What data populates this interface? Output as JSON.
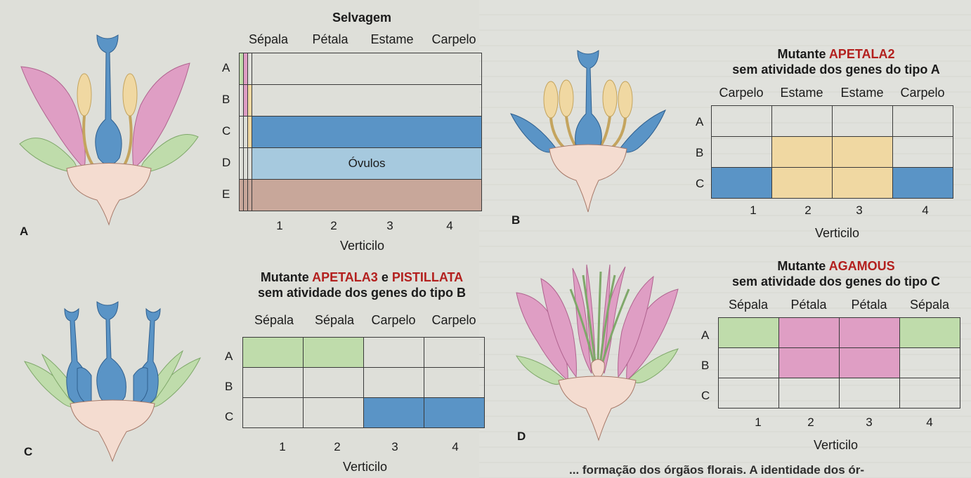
{
  "panels": [
    {
      "letter": "A",
      "title_plain": "Selvagem",
      "title_red": "",
      "subtitle": "",
      "headers": [
        "Sépala",
        "Pétala",
        "Estame",
        "Carpelo"
      ],
      "rows": [
        "A",
        "B",
        "C",
        "D",
        "E"
      ],
      "cols": [
        "1",
        "2",
        "3",
        "4"
      ],
      "axis": "Verticilo",
      "cell_note": "Óvulos"
    },
    {
      "letter": "B",
      "title_plain": "Mutante ",
      "title_red": "APETALA2",
      "subtitle": "sem atividade dos genes do tipo A",
      "headers": [
        "Carpelo",
        "Estame",
        "Estame",
        "Carpelo"
      ],
      "rows": [
        "A",
        "B",
        "C"
      ],
      "cols": [
        "1",
        "2",
        "3",
        "4"
      ],
      "axis": "Verticilo"
    },
    {
      "letter": "C",
      "title_red1": "APETALA3",
      "title_mid": " e ",
      "title_red2": "PISTILLATA",
      "title_plain": "Mutante ",
      "subtitle": "sem atividade dos genes do tipo B",
      "headers": [
        "Sépala",
        "Sépala",
        "Carpelo",
        "Carpelo"
      ],
      "rows": [
        "A",
        "B",
        "C"
      ],
      "cols": [
        "1",
        "2",
        "3",
        "4"
      ],
      "axis": "Verticilo"
    },
    {
      "letter": "D",
      "title_plain": "Mutante ",
      "title_red": "AGAMOUS",
      "subtitle": "sem atividade dos genes do tipo C",
      "headers": [
        "Sépala",
        "Pétala",
        "Pétala",
        "Sépala"
      ],
      "rows": [
        "A",
        "B",
        "C"
      ],
      "cols": [
        "1",
        "2",
        "3",
        "4"
      ],
      "axis": "Verticilo"
    }
  ],
  "caption": "... formação dos órgãos florais. A identidade dos ór-",
  "colors": {
    "sepal": "#bfdcab",
    "petal": "#df9ec4",
    "stamen": "#f0d8a2",
    "carpel": "#5a94c6",
    "ovule": "#a6c9de",
    "E": "#c8a79a"
  }
}
